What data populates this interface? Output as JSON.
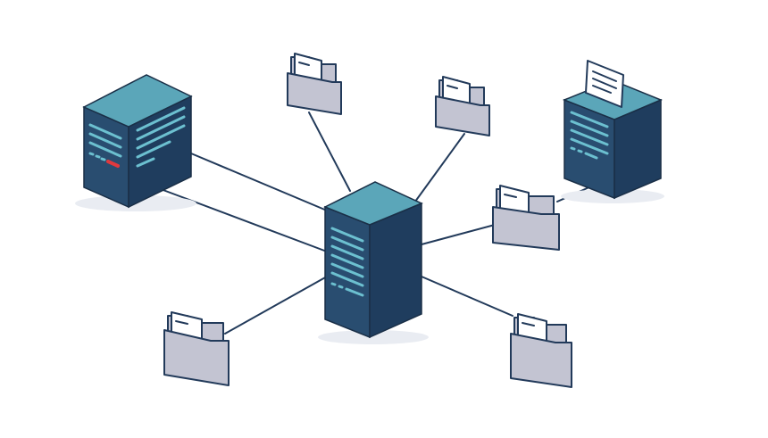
{
  "diagram": {
    "type": "network-topology",
    "central_node": "central-server",
    "nodes": [
      {
        "id": "central-server",
        "kind": "server-icon"
      },
      {
        "id": "left-server",
        "kind": "server-icon",
        "status_light": "#e0393e"
      },
      {
        "id": "right-server",
        "kind": "server-icon",
        "attachment": "document-icon"
      },
      {
        "id": "folder-top-left",
        "kind": "folder-icon"
      },
      {
        "id": "folder-top-right",
        "kind": "folder-icon"
      },
      {
        "id": "folder-right",
        "kind": "folder-icon"
      },
      {
        "id": "folder-bottom-left",
        "kind": "folder-icon"
      },
      {
        "id": "folder-bottom-right",
        "kind": "folder-icon"
      }
    ],
    "edges": [
      [
        "left-server",
        "central-server"
      ],
      [
        "left-server",
        "central-server"
      ],
      [
        "folder-top-left",
        "central-server"
      ],
      [
        "folder-top-right",
        "central-server"
      ],
      [
        "folder-right",
        "central-server"
      ],
      [
        "folder-bottom-left",
        "central-server"
      ],
      [
        "folder-bottom-right",
        "central-server"
      ],
      [
        "right-server",
        "folder-right"
      ]
    ]
  },
  "colors": {
    "background": "#ffffff",
    "line": "#223a5a",
    "server_top": "#5ba6b9",
    "server_front": "#294d70",
    "server_side": "#1f3d5e",
    "server_slot": "#6cc0d0",
    "server_accent": "#e0393e",
    "folder_fill": "#c3c4d2",
    "folder_paper": "#ffffff",
    "folder_stroke": "#223a5a",
    "shadow": "#e9ecf2"
  }
}
